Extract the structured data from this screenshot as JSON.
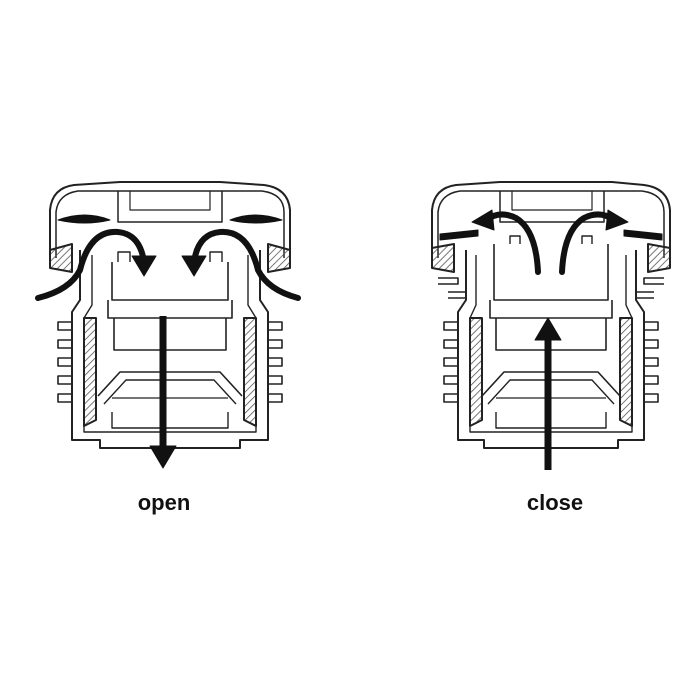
{
  "panels": [
    {
      "state_label": "open",
      "flow": "down"
    },
    {
      "state_label": "close",
      "flow": "up"
    }
  ],
  "colors": {
    "line": "#222222",
    "background": "#ffffff",
    "cap_fill": "#ffffff",
    "hatch": "#555555"
  }
}
